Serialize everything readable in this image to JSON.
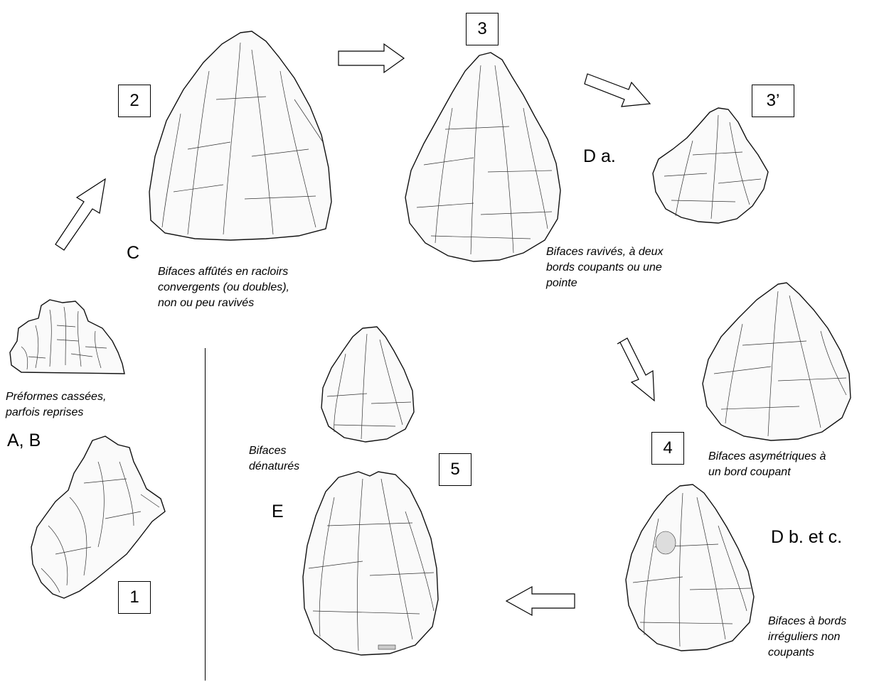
{
  "stages": {
    "s1": "1",
    "s2": "2",
    "s3": "3",
    "s3p": "3’",
    "s4": "4",
    "s5": "5"
  },
  "letters": {
    "ab": "A, B",
    "c": "C",
    "da": "D a.",
    "dbc": "D b. et c.",
    "e": "E"
  },
  "captions": {
    "preformes": "Préformes cassées,\nparfois reprises",
    "c": "Bifaces affûtés en racloirs\nconvergents (ou doubles),\nnon ou peu ravivés",
    "da": "Bifaces ravivés, à deux\nbords coupants ou une\npointe",
    "asym": "Bifaces asymétriques à\nun bord coupant",
    "irreg": "Bifaces à bords\nirréguliers non\ncoupants",
    "denat": "Bifaces\ndénaturés"
  }
}
